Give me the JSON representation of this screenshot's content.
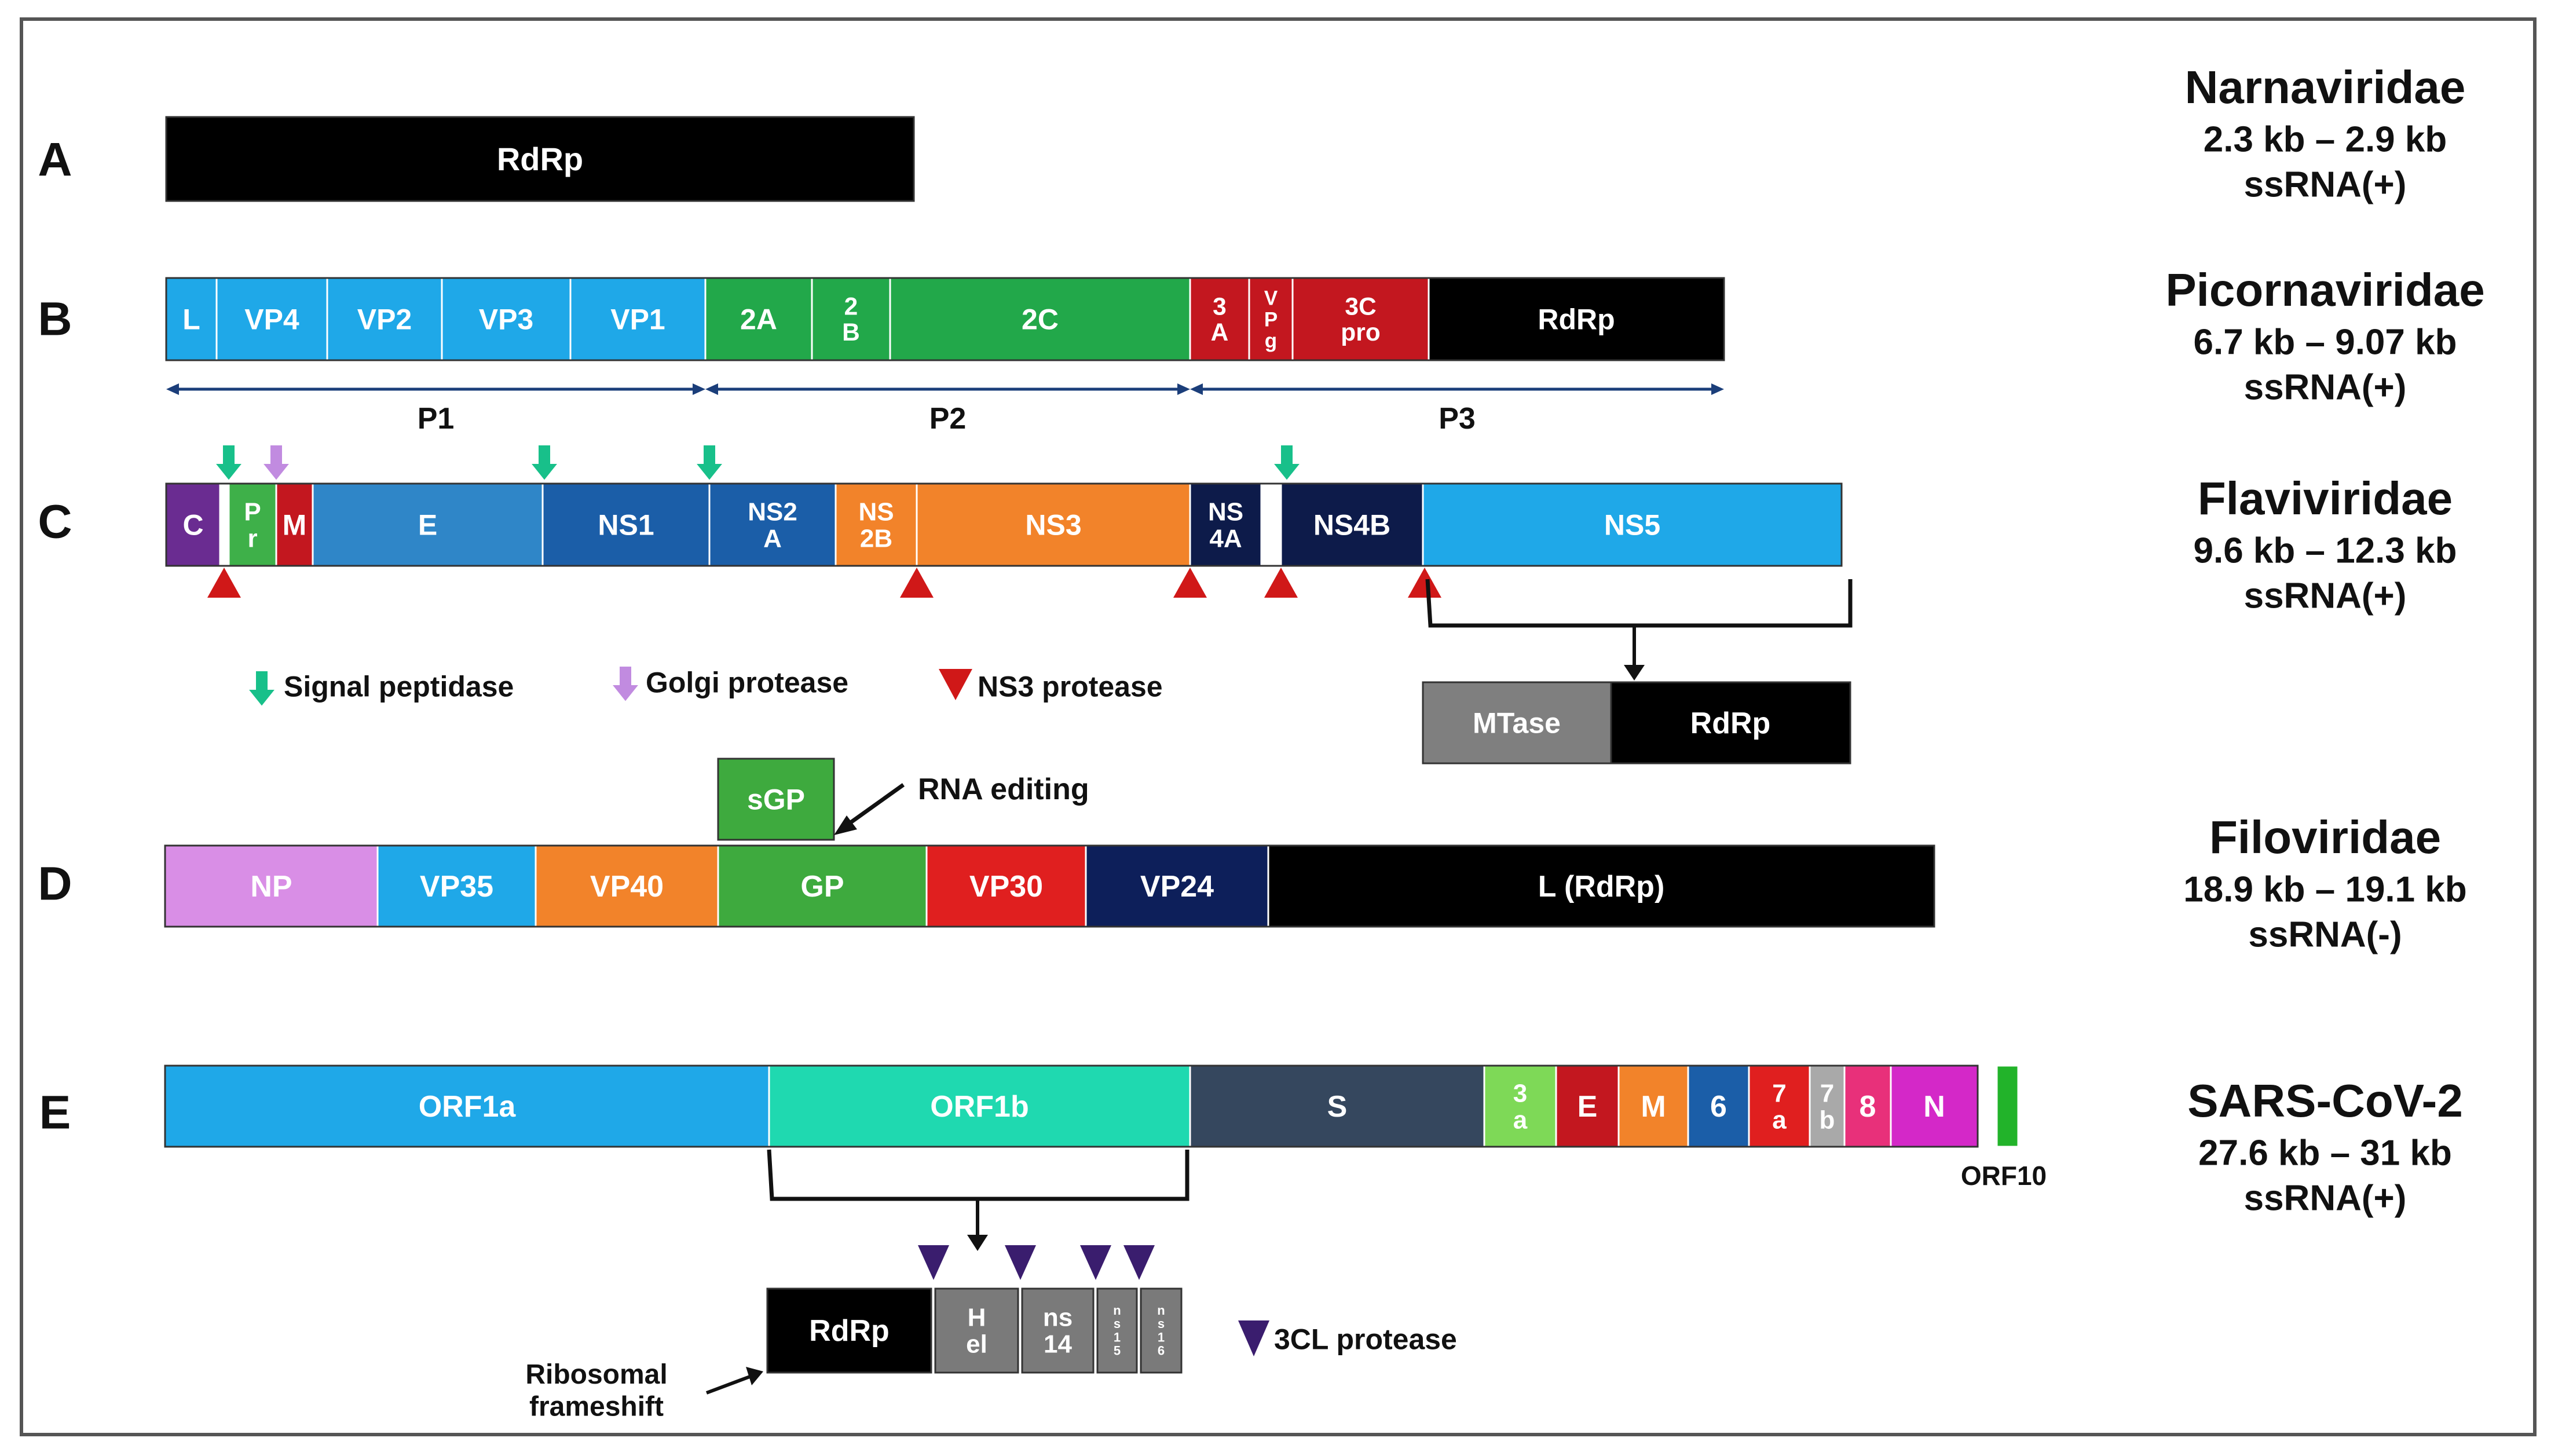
{
  "rows": [
    {
      "letter": "A",
      "family": "Narnaviridae",
      "size": "2.3 kb – 2.9 kb",
      "genome": "ssRNA(+)",
      "segments": [
        {
          "label": "RdRp",
          "color": "#000000",
          "text_color": "#ffe033"
        }
      ]
    },
    {
      "letter": "B",
      "family": "Picornaviridae",
      "size": "6.7 kb – 9.07 kb",
      "genome": "ssRNA(+)",
      "segments": [
        {
          "label": "L",
          "color": "#1fa8e8"
        },
        {
          "label": "VP4",
          "color": "#1fa8e8"
        },
        {
          "label": "VP2",
          "color": "#1fa8e8"
        },
        {
          "label": "VP3",
          "color": "#1fa8e8"
        },
        {
          "label": "VP1",
          "color": "#1fa8e8"
        },
        {
          "label": "2A",
          "color": "#22a84a"
        },
        {
          "label": "2\nB",
          "color": "#22a84a"
        },
        {
          "label": "2C",
          "color": "#22a84a"
        },
        {
          "label": "3\nA",
          "color": "#c3171f"
        },
        {
          "label": "V\nP\ng",
          "color": "#c3171f"
        },
        {
          "label": "3C\npro",
          "color": "#c3171f"
        },
        {
          "label": "RdRp",
          "color": "#000000",
          "text_color": "#ffe033"
        }
      ],
      "regions": [
        "P1",
        "P2",
        "P3"
      ]
    },
    {
      "letter": "C",
      "family": "Flaviviridae",
      "size": "9.6 kb – 12.3 kb",
      "genome": "ssRNA(+)",
      "segments": [
        {
          "label": "C",
          "color": "#6a2c91"
        },
        {
          "label": "P\nr",
          "color": "#3eb049"
        },
        {
          "label": "M",
          "color": "#c3171f"
        },
        {
          "label": "E",
          "color": "#2f86c8"
        },
        {
          "label": "NS1",
          "color": "#1b5ea8"
        },
        {
          "label": "NS2\nA",
          "color": "#1b5ea8"
        },
        {
          "label": "NS\n2B",
          "color": "#f2832a"
        },
        {
          "label": "NS3",
          "color": "#f2832a"
        },
        {
          "label": "NS\n4A",
          "color": "#0d1b4a"
        },
        {
          "label": "NS4B",
          "color": "#0d1b4a"
        },
        {
          "label": "NS5",
          "color": "#1fa8e8"
        }
      ],
      "subproducts": [
        {
          "label": "MTase",
          "color": "#7f7f7f"
        },
        {
          "label": "RdRp",
          "color": "#000000",
          "text_color": "#ffe033"
        }
      ],
      "legend": [
        {
          "label": "Signal peptidase",
          "color": "#18c08a",
          "icon": "green-arrow-down-icon"
        },
        {
          "label": "Golgi protease",
          "color": "#c18be0",
          "icon": "purple-arrow-down-icon"
        },
        {
          "label": "NS3 protease",
          "color": "#d01818",
          "icon": "red-triangle-down-icon"
        }
      ]
    },
    {
      "letter": "D",
      "family": "Filoviridae",
      "size": "18.9 kb – 19.1 kb",
      "genome": "ssRNA(-)",
      "segments": [
        {
          "label": "NP",
          "color": "#d98ee6"
        },
        {
          "label": "VP35",
          "color": "#1fa8e8"
        },
        {
          "label": "VP40",
          "color": "#f2832a"
        },
        {
          "label": "GP",
          "color": "#3eaa3e"
        },
        {
          "label": "VP30",
          "color": "#e01f1f"
        },
        {
          "label": "VP24",
          "color": "#0d1f5a"
        },
        {
          "label": "L (RdRp)",
          "color": "#000000",
          "text_color": "#ffe033"
        }
      ],
      "extra": {
        "label": "sGP",
        "color": "#3eaa3e",
        "annotation": "RNA editing"
      }
    },
    {
      "letter": "E",
      "family": "SARS-CoV-2",
      "size": "27.6 kb – 31 kb",
      "genome": "ssRNA(+)",
      "segments": [
        {
          "label": "ORF1a",
          "color": "#1fa8e8"
        },
        {
          "label": "ORF1b",
          "color": "#1fd9b0"
        },
        {
          "label": "S",
          "color": "#35475e"
        },
        {
          "label": "3\na",
          "color": "#7ed957"
        },
        {
          "label": "E",
          "color": "#c3171f"
        },
        {
          "label": "M",
          "color": "#f2832a"
        },
        {
          "label": "6",
          "color": "#1b5ea8"
        },
        {
          "label": "7\na",
          "color": "#e01f1f"
        },
        {
          "label": "7\nb",
          "color": "#a9a9a9"
        },
        {
          "label": "8",
          "color": "#e8307a"
        },
        {
          "label": "N",
          "color": "#d428c8"
        },
        {
          "label": "",
          "color": "#22b32a"
        }
      ],
      "orf10_label": "ORF10",
      "subproducts": [
        {
          "label": "RdRp",
          "color": "#000000",
          "text_color": "#ffe033"
        },
        {
          "label": "H\nel",
          "color": "#7a7a7a"
        },
        {
          "label": "ns\n14",
          "color": "#7a7a7a"
        },
        {
          "label": "n\ns\n1\n5",
          "color": "#7a7a7a"
        },
        {
          "label": "n\ns\n1\n6",
          "color": "#7a7a7a"
        }
      ],
      "frameshift_label": "Ribosomal\nframeshift",
      "legend": [
        {
          "label": "3CL protease",
          "color": "#3a1d6e",
          "icon": "purple-triangle-down-icon"
        }
      ]
    }
  ]
}
